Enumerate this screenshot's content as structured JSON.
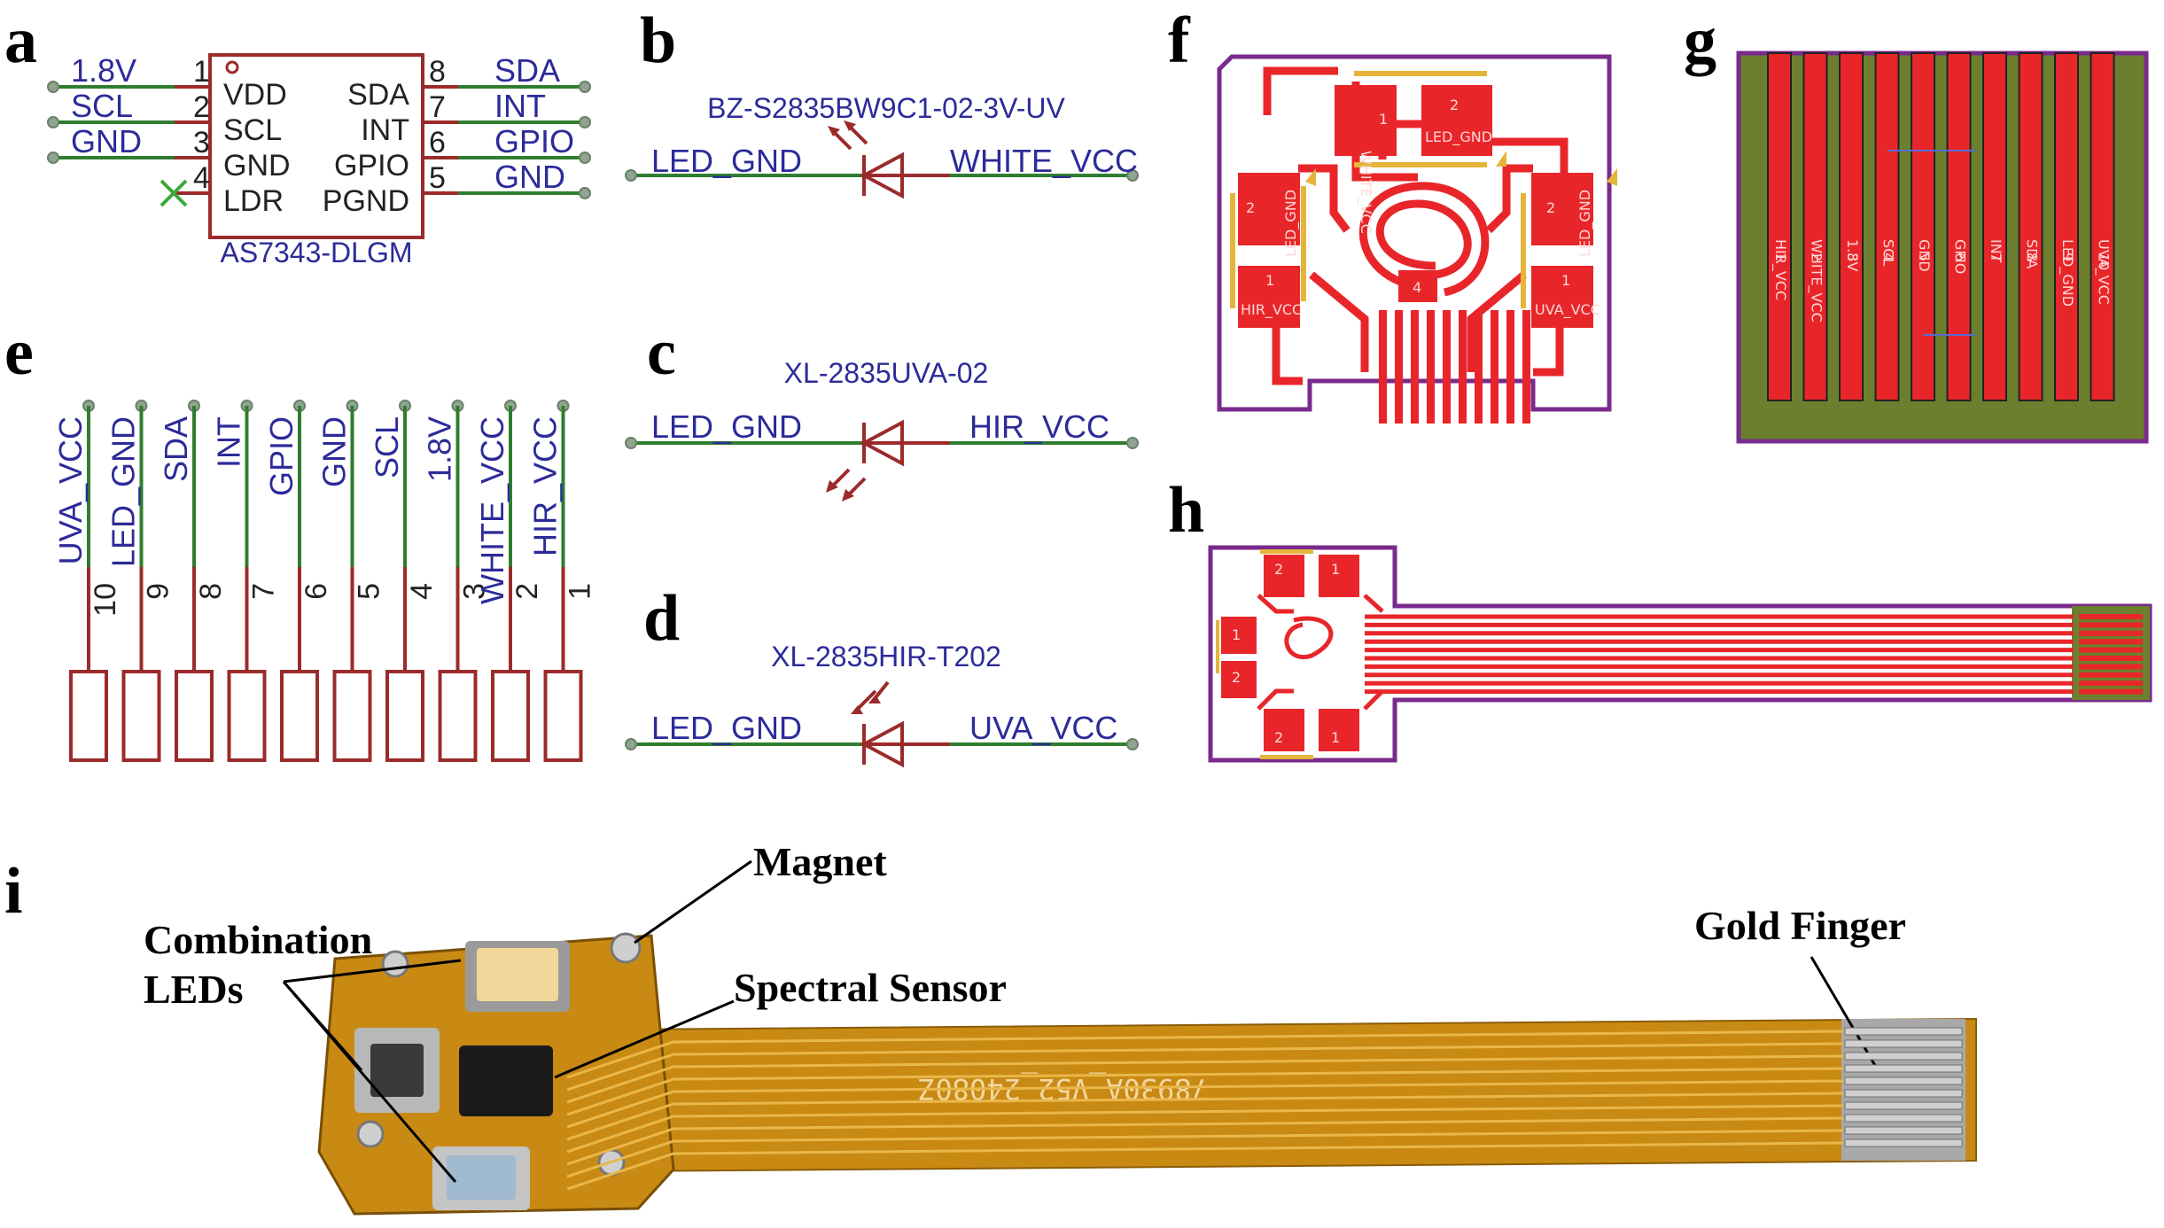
{
  "panels": {
    "a": "a",
    "b": "b",
    "c": "c",
    "d": "d",
    "e": "e",
    "f": "f",
    "g": "g",
    "h": "h",
    "i": "i"
  },
  "panel_a": {
    "chip": "AS7343-DLGM",
    "left_nets": [
      "1.8V",
      "SCL",
      "GND"
    ],
    "left_pin_numbers": [
      "1",
      "2",
      "3",
      "4"
    ],
    "left_pin_names": [
      "VDD",
      "SCL",
      "GND",
      "LDR"
    ],
    "right_pin_names": [
      "SDA",
      "INT",
      "GPIO",
      "PGND"
    ],
    "right_pin_numbers": [
      "8",
      "7",
      "6",
      "5"
    ],
    "right_nets": [
      "SDA",
      "INT",
      "GPIO",
      "GND"
    ]
  },
  "panel_b": {
    "part": "BZ-S2835BW9C1-02-3V-UV",
    "left_net": "LED_GND",
    "right_net": "WHITE_VCC"
  },
  "panel_c": {
    "part": "XL-2835UVA-02",
    "left_net": "LED_GND",
    "right_net": "HIR_VCC"
  },
  "panel_d": {
    "part": "XL-2835HIR-T202",
    "left_net": "LED_GND",
    "right_net": "UVA_VCC"
  },
  "panel_e": {
    "nets": [
      "UVA_VCC",
      "LED_GND",
      "SDA",
      "INT",
      "GPIO",
      "GND",
      "SCL",
      "1.8V",
      "WHITE_VCC",
      "HIR_VCC"
    ],
    "pins": [
      "10",
      "9",
      "8",
      "7",
      "6",
      "5",
      "4",
      "3",
      "2",
      "1"
    ]
  },
  "panel_f": {
    "pads": [
      "LED_GND",
      "WHITE_VCC",
      "LED_GND",
      "HIR_VCC",
      "LED_GND",
      "UVA_VCC"
    ],
    "pad_numbers": [
      "2",
      "1",
      "2",
      "1",
      "2",
      "1",
      "4"
    ]
  },
  "panel_g": {
    "finger_labels": [
      "HIR_VCC",
      "WHITE_VCC",
      "1.8V",
      "SCL",
      "GND",
      "GPIO",
      "INT",
      "SDA",
      "LED_GND",
      "UVA_VCC"
    ],
    "finger_numbers": [
      "1",
      "2",
      "3",
      "4",
      "5",
      "6",
      "7",
      "8",
      "9",
      "10"
    ]
  },
  "panel_h": {
    "pad_numbers": [
      "2",
      "1",
      "1",
      "2",
      "2",
      "1"
    ]
  },
  "panel_i": {
    "callouts": [
      "Magnet",
      "Combination",
      "LEDs",
      "Spectral Sensor",
      "Gold Finger"
    ],
    "board_print": "78930A_V52_24080Z"
  },
  "colors": {
    "net_text": "#2b2b99",
    "wire": "#2f7d2f",
    "symbol": "#9b2b2b",
    "copper": "#e8262a",
    "outline": "#7a2a8c",
    "gold": "#e5b53a",
    "solder_mask": "#6b7f2e",
    "flex": "#c98a14"
  }
}
